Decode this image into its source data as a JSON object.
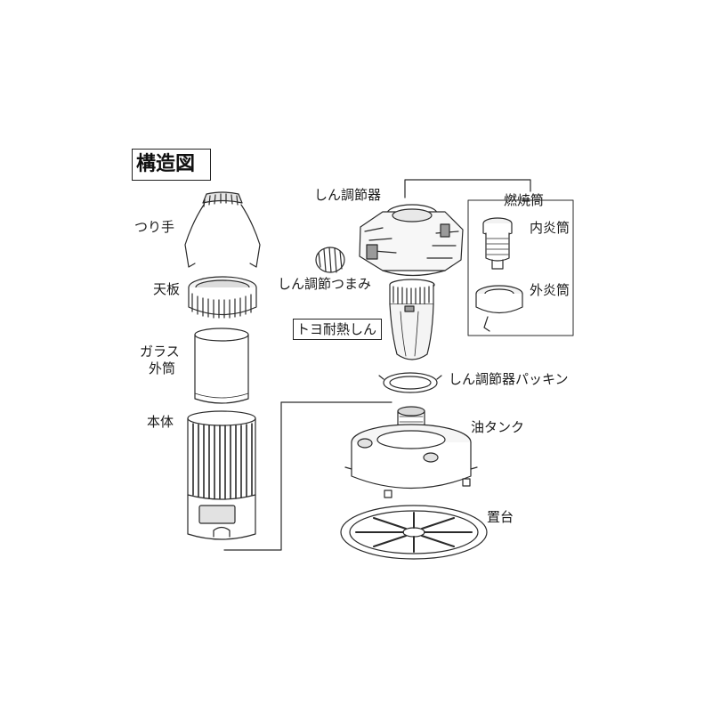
{
  "title": "構造図",
  "labels": {
    "handle": "つり手",
    "top_plate": "天板",
    "glass_outer": "ガラス",
    "glass_outer_2": "外筒",
    "body": "本体",
    "wick_adjuster": "しん調節器",
    "wick_knob": "しん調節つまみ",
    "wick": "トヨ耐熱しん",
    "combustion": "燃焼筒",
    "inner_cyl": "内炎筒",
    "outer_cyl": "外炎筒",
    "packing": "しん調節器パッキン",
    "tank": "油タンク",
    "base": "置台"
  },
  "colors": {
    "line": "#2a2a2a",
    "fill_light": "#f2f2f2",
    "fill_mid": "#d9d9d9",
    "fill_dark": "#9a9a9a"
  }
}
